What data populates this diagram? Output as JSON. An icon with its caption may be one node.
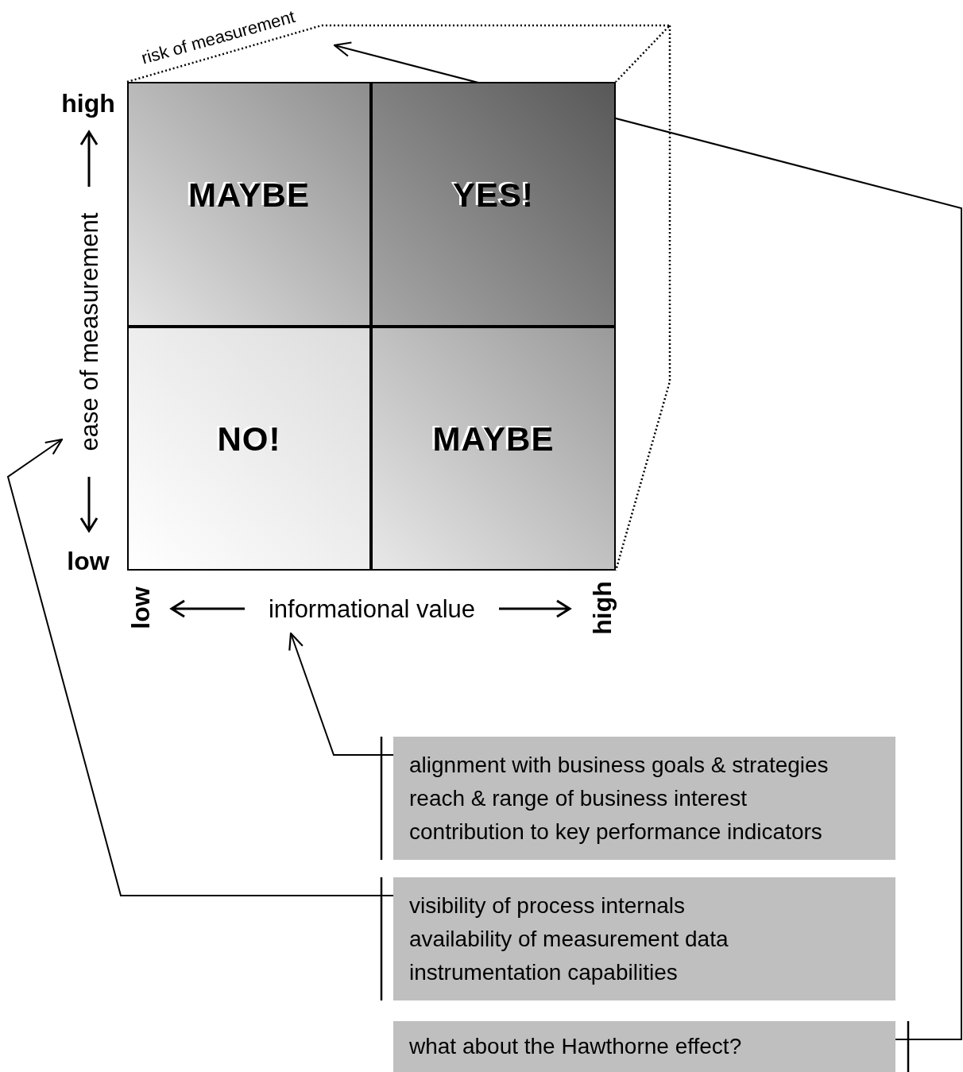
{
  "diagram": {
    "nodes": [
      {
        "text": [
          "MAYBE"
        ]
      },
      {
        "text": [
          "YES!"
        ]
      },
      {
        "text": [
          "NO!"
        ]
      },
      {
        "text": [
          "MAYBE"
        ]
      },
      {
        "text": [
          "ease of measurement"
        ]
      },
      {
        "text": [
          "informational value"
        ]
      },
      {
        "text": [
          "risk of measurement"
        ]
      },
      {
        "text": [
          "alignment with business goals & strategies",
          "reach & range of business interest",
          "contribution to key performance indicators"
        ]
      },
      {
        "text": [
          "visibility of process internals",
          "availability of measurement data",
          "instrumentation capabilities"
        ]
      },
      {
        "text": [
          "what about the Hawthorne effect?"
        ]
      }
    ],
    "edges": [
      {
        "from": 7,
        "to": 5,
        "arrow": "to"
      },
      {
        "from": 8,
        "to": 4,
        "arrow": "to"
      },
      {
        "from": 9,
        "to": 6,
        "arrow": "to"
      }
    ],
    "labels": [
      "high",
      "low",
      "low",
      "high"
    ]
  }
}
